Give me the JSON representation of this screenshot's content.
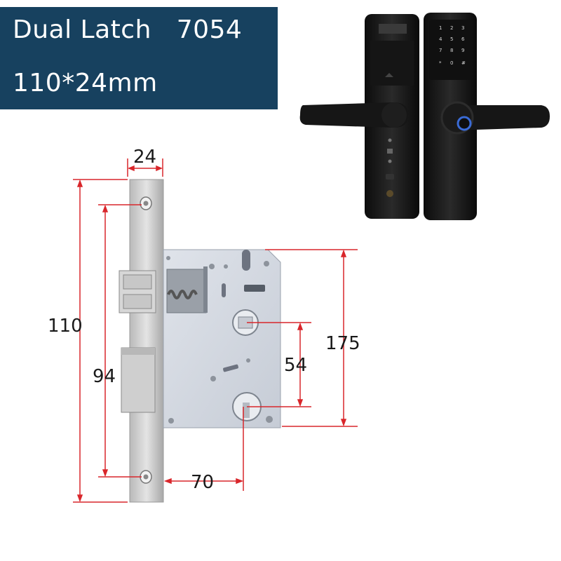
{
  "header": {
    "line1": "Dual Latch   7054",
    "line2": "110*24mm"
  },
  "dimensions": {
    "faceplate_width": "24",
    "faceplate_length": "110",
    "screw_spacing": "94",
    "case_height": "175",
    "hub_to_cylinder": "54",
    "backset": "70"
  },
  "colors": {
    "title_bg": "#17415f",
    "dimension_line": "#d9262b"
  }
}
